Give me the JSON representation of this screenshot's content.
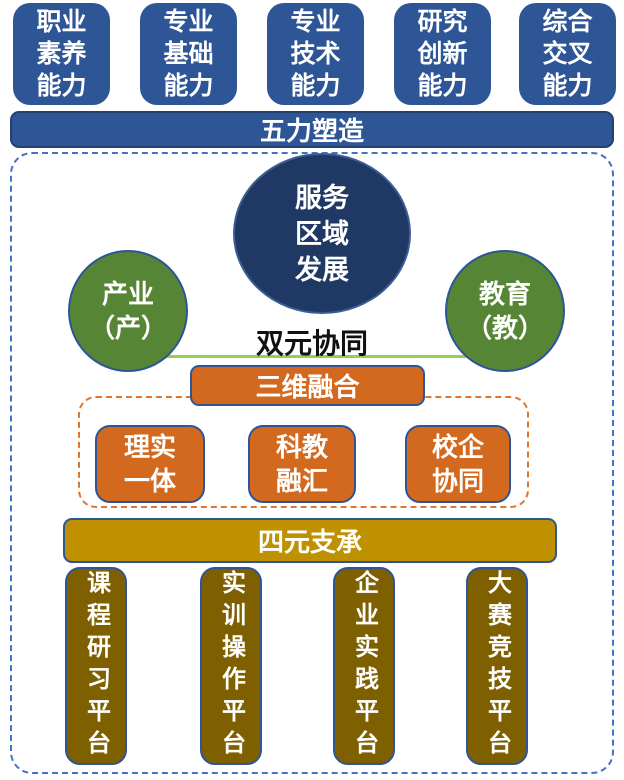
{
  "colors": {
    "blue": "#2E5596",
    "navy": "#1F3864",
    "green": "#568635",
    "light_green_line": "#92D050",
    "orange": "#D2691E",
    "orange_dash_border": "#E0762E",
    "gold": "#BF9000",
    "olive": "#7F6000",
    "outer_dash_border": "#4472C4"
  },
  "abilities": [
    {
      "text": "职业\n素养\n能力"
    },
    {
      "text": "专业\n基础\n能力"
    },
    {
      "text": "专业\n技术\n能力"
    },
    {
      "text": "研究\n创新\n能力"
    },
    {
      "text": "综合\n交叉\n能力"
    }
  ],
  "banners": {
    "five_forces": "五力塑造",
    "three_fusion": "三维融合",
    "four_support": "四元支承"
  },
  "core": {
    "center_circle": "服务\n区域\n发展",
    "left_circle": "产业\n（产）",
    "right_circle": "教育\n（教）",
    "dual_label": "双元协同"
  },
  "fusion_items": [
    {
      "text": "理实\n一体"
    },
    {
      "text": "科教\n融汇"
    },
    {
      "text": "校企\n协同"
    }
  ],
  "platforms": [
    {
      "text": "课程研习平台"
    },
    {
      "text": "实训操作平台"
    },
    {
      "text": "企业实践平台"
    },
    {
      "text": "大赛竞技平台"
    }
  ]
}
